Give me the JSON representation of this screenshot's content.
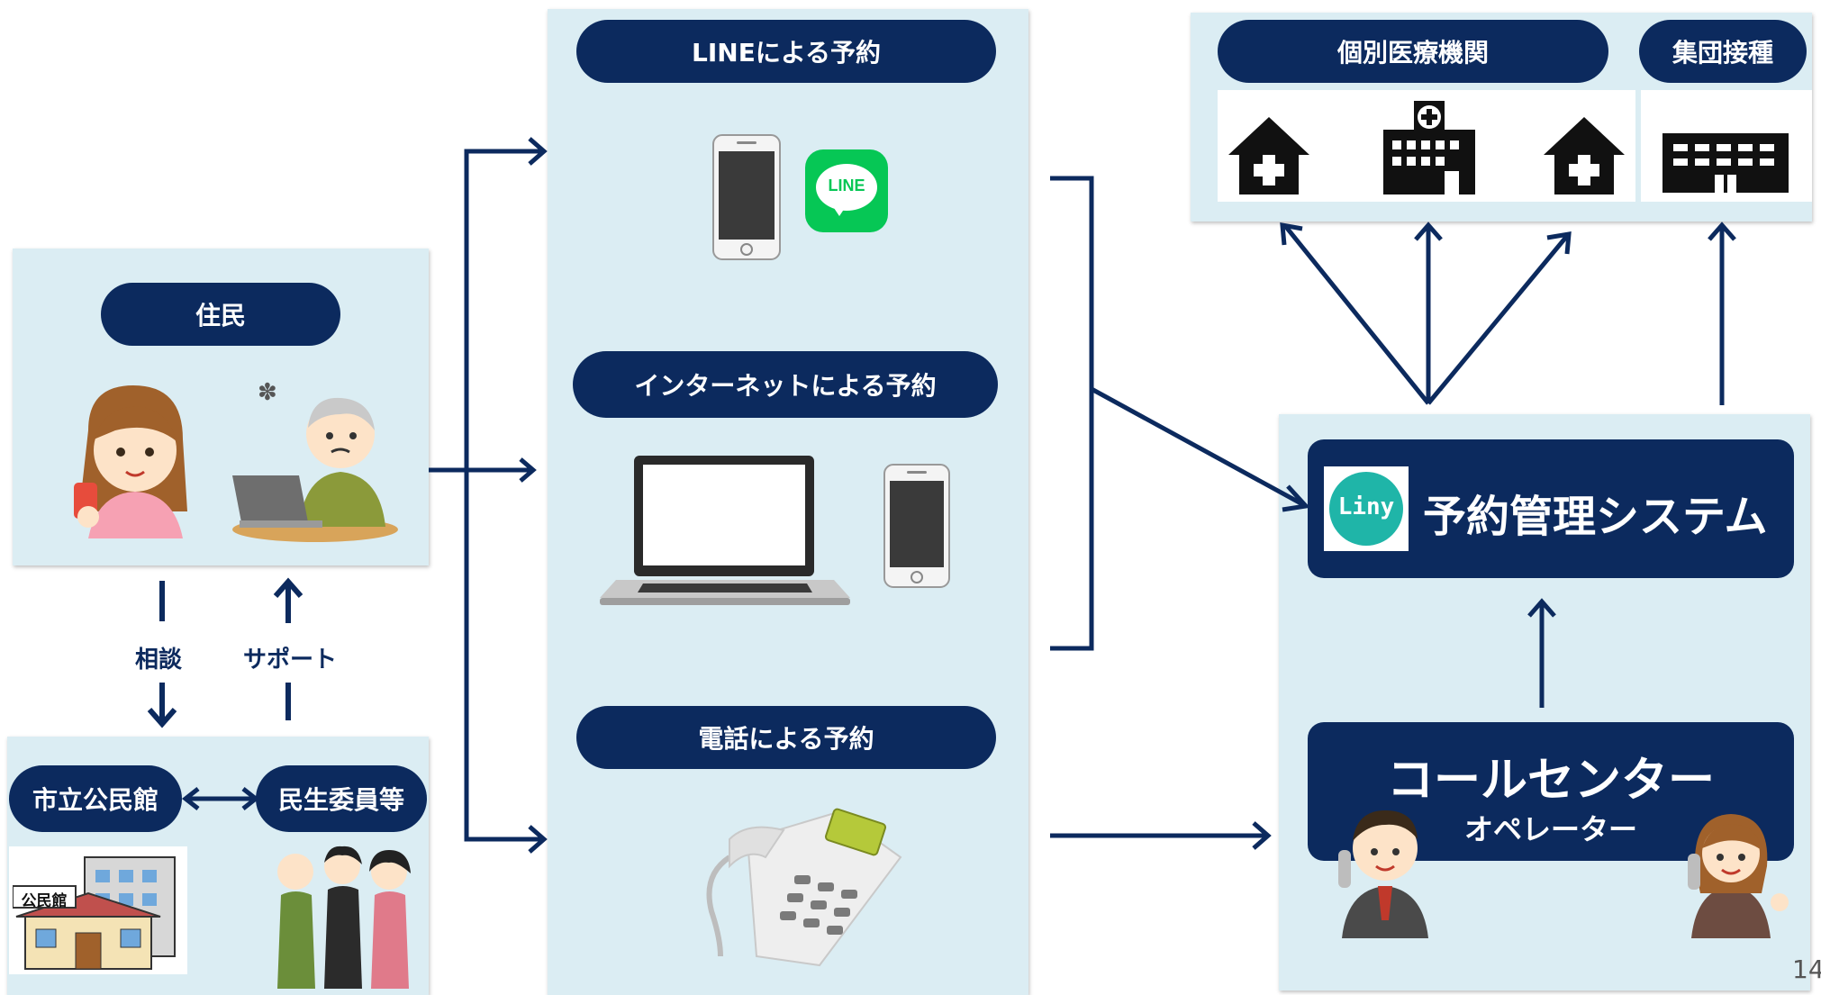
{
  "residents": {
    "title": "住民",
    "consult_label": "相談",
    "support_label": "サポート"
  },
  "community": {
    "center_label": "市立公民館",
    "welfare_label": "民生委員等",
    "building_sign": "公民館"
  },
  "booking": {
    "line_title": "LINEによる予約",
    "line_logo": "LINE",
    "internet_title": "インターネットによる予約",
    "phone_title": "電話による予約"
  },
  "facilities": {
    "individual_title": "個別医療機関",
    "group_title": "集団接種"
  },
  "system": {
    "logo_text": "Liny",
    "title": "予約管理システム"
  },
  "callcenter": {
    "title": "コールセンター",
    "subtitle": "オペレーター"
  },
  "page_number": "14",
  "colors": {
    "navy": "#0c2a5e",
    "panel": "#dbedf3",
    "line_green": "#06c755",
    "liny_teal": "#1fb5a8"
  },
  "icons": [
    "smartphone-icon",
    "line-logo-icon",
    "laptop-icon",
    "desk-phone-icon",
    "clinic-icon",
    "hospital-icon",
    "group-venue-icon"
  ]
}
